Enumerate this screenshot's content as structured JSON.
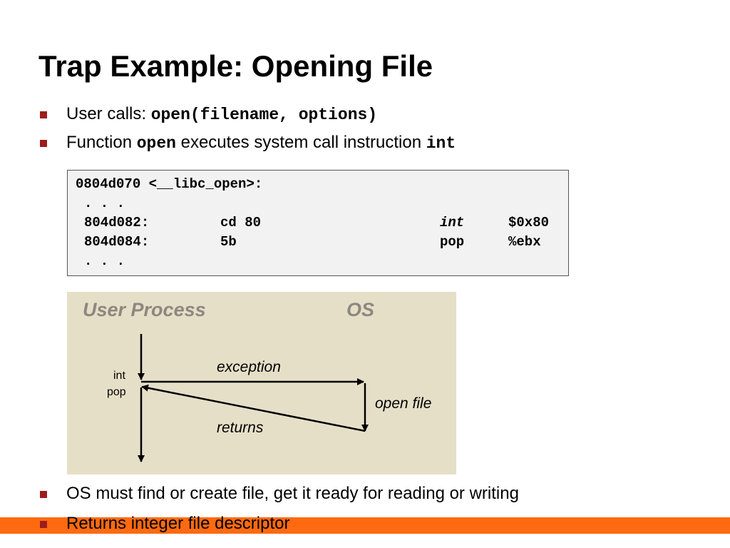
{
  "slide": {
    "title": "Trap Example: Opening File"
  },
  "bullets_top": [
    {
      "text": "User calls: ",
      "code": "open(filename, options)"
    },
    {
      "text_before": "Function ",
      "code1": "open",
      "text_middle": " executes system call instruction ",
      "code2": "int"
    }
  ],
  "code_listing": {
    "header": "0804d070 <__libc_open>:",
    "ellipsis_1": ". . .",
    "rows": [
      {
        "address": "804d082:",
        "bytes": "cd 80",
        "mnemonic": "int",
        "operand": "$0x80"
      },
      {
        "address": "804d084:",
        "bytes": "5b",
        "mnemonic": "pop",
        "operand": "%ebx"
      }
    ],
    "ellipsis_2": ". . ."
  },
  "diagram": {
    "user_process_label": "User Process",
    "os_label": "OS",
    "int_label": "int",
    "pop_label": "pop",
    "exception_label": "exception",
    "open_file_label": "open file",
    "returns_label": "returns"
  },
  "bullets_bottom": [
    {
      "text": "OS must find or create file, get it ready for reading or writing"
    },
    {
      "text": "Returns integer file descriptor"
    }
  ],
  "colors": {
    "bullet_marker": "#9c1d1d",
    "footer_bar": "#ff6a10",
    "diagram_background": "#e6dfc8",
    "diagram_header_text": "#8c8880",
    "code_background": "#f2f2f2"
  }
}
